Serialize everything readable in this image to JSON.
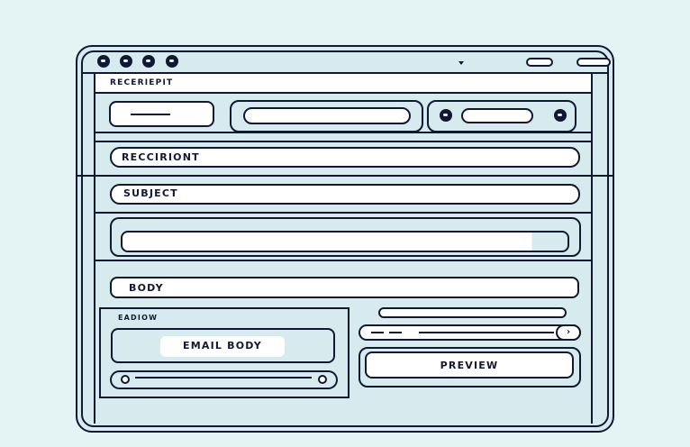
{
  "window": {
    "controls": [
      "dot-1",
      "dot-2",
      "dot-3",
      "dot-4"
    ]
  },
  "address_bar": {
    "text": "RECERIEPIT"
  },
  "recipient": {
    "label": "RECCIRIONT"
  },
  "subject": {
    "label": "SUBJECT"
  },
  "body": {
    "label": "BODY"
  },
  "editor": {
    "section_label": "EADIOW",
    "email_body_label": "EMAIL BODY"
  },
  "preview": {
    "button_label": "PREVIEW"
  },
  "icons": {
    "chevron": "chevron-right-icon",
    "dropdown": "caret-down-icon"
  },
  "colors": {
    "stroke": "#101833",
    "panel": "#d7ebef",
    "background": "#e4f3f3"
  }
}
